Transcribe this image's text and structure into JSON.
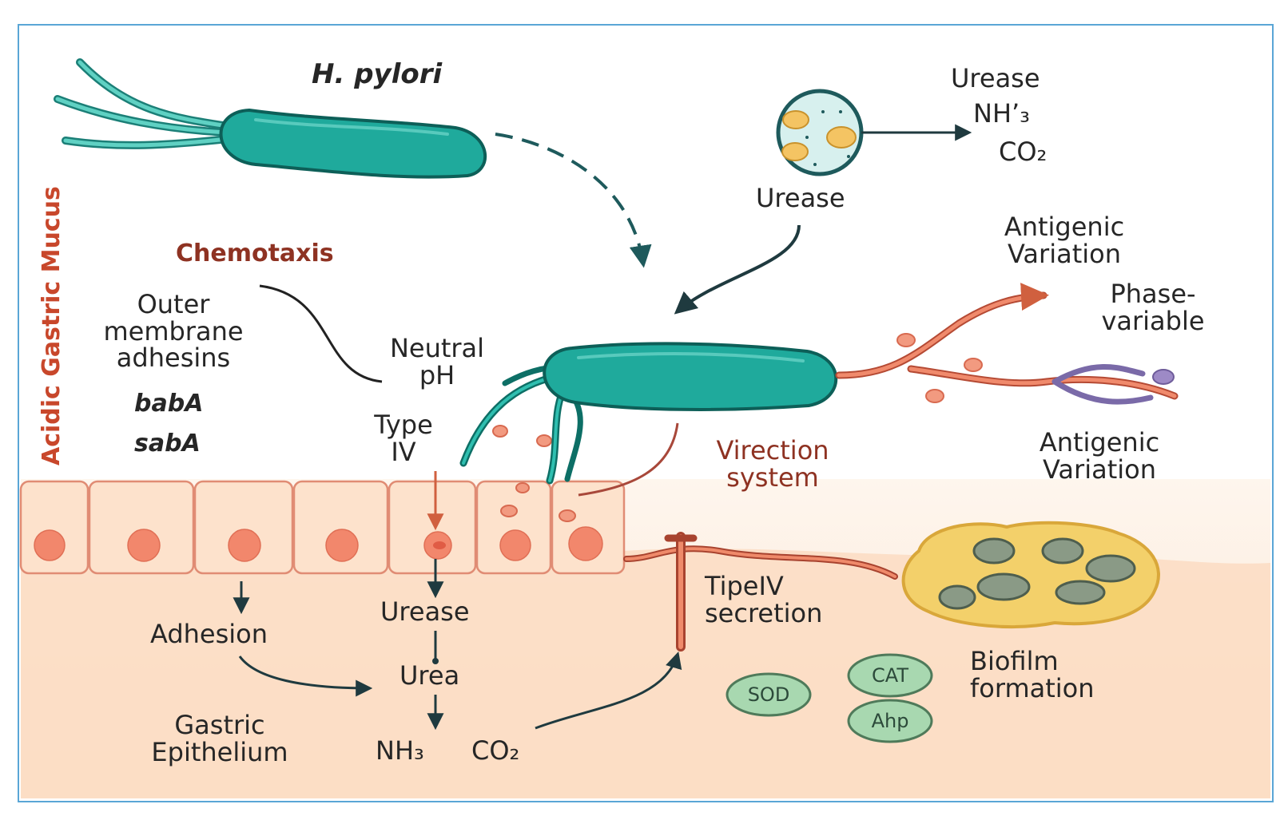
{
  "labels": {
    "h_pylori": "H. pylori",
    "side_label_part1": "Acidic",
    "side_label_part2": "Gastric Mucus",
    "chemotaxis": "Chemotaxis",
    "outer_membrane": [
      "Outer",
      "membrane",
      "adhesins"
    ],
    "baba": "babA",
    "saba": "sabA",
    "neutral_ph": [
      "Neutral",
      "pH"
    ],
    "type_iv": [
      "Type",
      "IV"
    ],
    "urease_right_title": "Urease",
    "urease_right_nh3": "NH’₃",
    "urease_right_co2": "CO₂",
    "urease_under_circle": "Urease",
    "antigenic_variation_top": [
      "Antigenic",
      "Variation"
    ],
    "phase_variable": [
      "Phase-",
      "variable"
    ],
    "antigenic_variation_bottom": [
      "Antigenic",
      "Variation"
    ],
    "virection_system": [
      "Virection",
      "system"
    ],
    "adhesion": "Adhesion",
    "urease_center": "Urease",
    "urea": "Urea",
    "nh3": "NH₃",
    "co2": "CO₂",
    "gastric_epithelium": [
      "Gastric",
      "Epithelium"
    ],
    "tipeiv_secretion": [
      "TipeIV",
      "secretion"
    ],
    "biofilm_formation": [
      "Biofilm",
      "formation"
    ],
    "sod": "SOD",
    "cat": "CAT",
    "ahp": "Ahp"
  },
  "colors": {
    "bacterium": "#1faa9c",
    "bacterium_dark": "#0d6f66",
    "mucus": "#fbe3cf",
    "cell": "#fbd9c0",
    "cell_border": "#e08c74",
    "nucleus": "#f0826a",
    "red_text": "#8e3222",
    "side_text": "#c8472b",
    "arrow_dark": "#1f3a3f",
    "pilus": "#e0684f",
    "enzyme": "#a8d8b0",
    "biofilm": "#f3d06a"
  }
}
